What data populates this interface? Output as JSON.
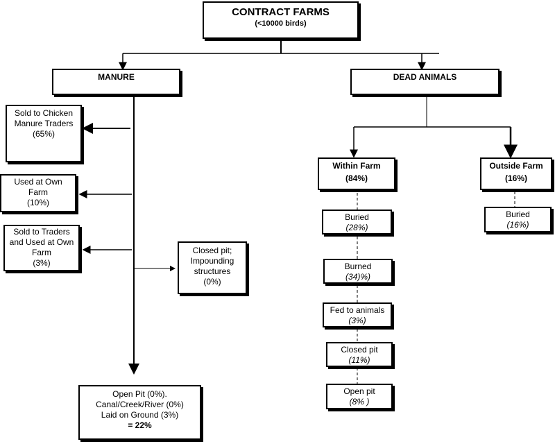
{
  "root": {
    "title": "CONTRACT FARMS",
    "subtitle": "(<10000 birds)"
  },
  "manure": {
    "title": "MANURE",
    "outcomes": [
      {
        "lines": [
          "Sold to Chicken",
          "Manure Traders",
          "(65%)"
        ]
      },
      {
        "lines": [
          "Used at Own",
          "Farm",
          "(10%)"
        ]
      },
      {
        "lines": [
          "Sold to Traders",
          "and Used at Own",
          "Farm",
          "(3%)"
        ]
      },
      {
        "lines": [
          "Closed pit;",
          "Impounding",
          "structures",
          "(0%)"
        ]
      },
      {
        "lines": [
          "Open Pit (0%).",
          "Canal/Creek/River (0%)",
          "Laid on Ground (3%)"
        ],
        "total": "= 22%"
      }
    ]
  },
  "dead_animals": {
    "title": "DEAD ANIMALS",
    "within": {
      "title": "Within Farm",
      "pct": "(84%)",
      "methods": [
        {
          "label": "Buried",
          "pct": "(28%)"
        },
        {
          "label": "Burned",
          "pct": "(34)%)"
        },
        {
          "label": "Fed to animals",
          "pct": "(3%)"
        },
        {
          "label": "Closed pit",
          "pct": "(11%)"
        },
        {
          "label": "Open pit",
          "pct": "(8% )"
        }
      ]
    },
    "outside": {
      "title": "Outside Farm",
      "pct": "(16%)",
      "methods": [
        {
          "label": "Buried",
          "pct": "(16%)"
        }
      ]
    }
  }
}
